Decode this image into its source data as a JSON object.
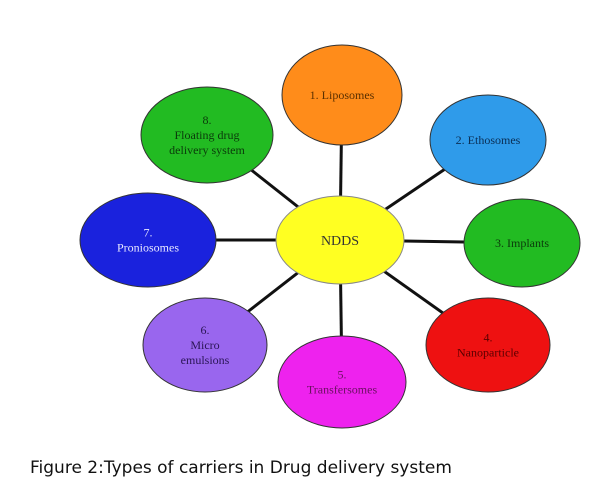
{
  "center": {
    "label": "NDDS",
    "color": "#ffff22"
  },
  "nodes": [
    {
      "num": "1.",
      "label": "Liposomes",
      "lines": [
        "1. Liposomes"
      ],
      "color": "#ff8c1a",
      "text_color": "#5a3000"
    },
    {
      "num": "2.",
      "label": "Ethosomes",
      "lines": [
        "2. Ethosomes"
      ],
      "color": "#2f9bea",
      "text_color": "#0b2f55"
    },
    {
      "num": "3.",
      "label": "Implants",
      "lines": [
        "3. Implants"
      ],
      "color": "#22bb22",
      "text_color": "#0b3a0b"
    },
    {
      "num": "4.",
      "label": "Nanoparticle",
      "lines": [
        "4.",
        "Nanoparticle"
      ],
      "color": "#ee1111",
      "text_color": "#5a0000"
    },
    {
      "num": "5.",
      "label": "Transfersomes",
      "lines": [
        "5.",
        "Transfersomes"
      ],
      "color": "#ee22ee",
      "text_color": "#6a1060"
    },
    {
      "num": "6.",
      "label": "Micro emulsions",
      "lines": [
        "6.",
        "Micro",
        "emulsions"
      ],
      "color": "#9966ee",
      "text_color": "#2a1555"
    },
    {
      "num": "7.",
      "label": "Proniosomes",
      "lines": [
        "7.",
        "Proniosomes"
      ],
      "color": "#1a22dd",
      "text_color": "#e8e8ff"
    },
    {
      "num": "8.",
      "label": "Floating drug delivery system",
      "lines": [
        "8.",
        "Floating drug",
        "delivery system"
      ],
      "color": "#22bb22",
      "text_color": "#0b3a0b"
    }
  ],
  "caption": "Figure 2:Types of carriers in Drug delivery system"
}
